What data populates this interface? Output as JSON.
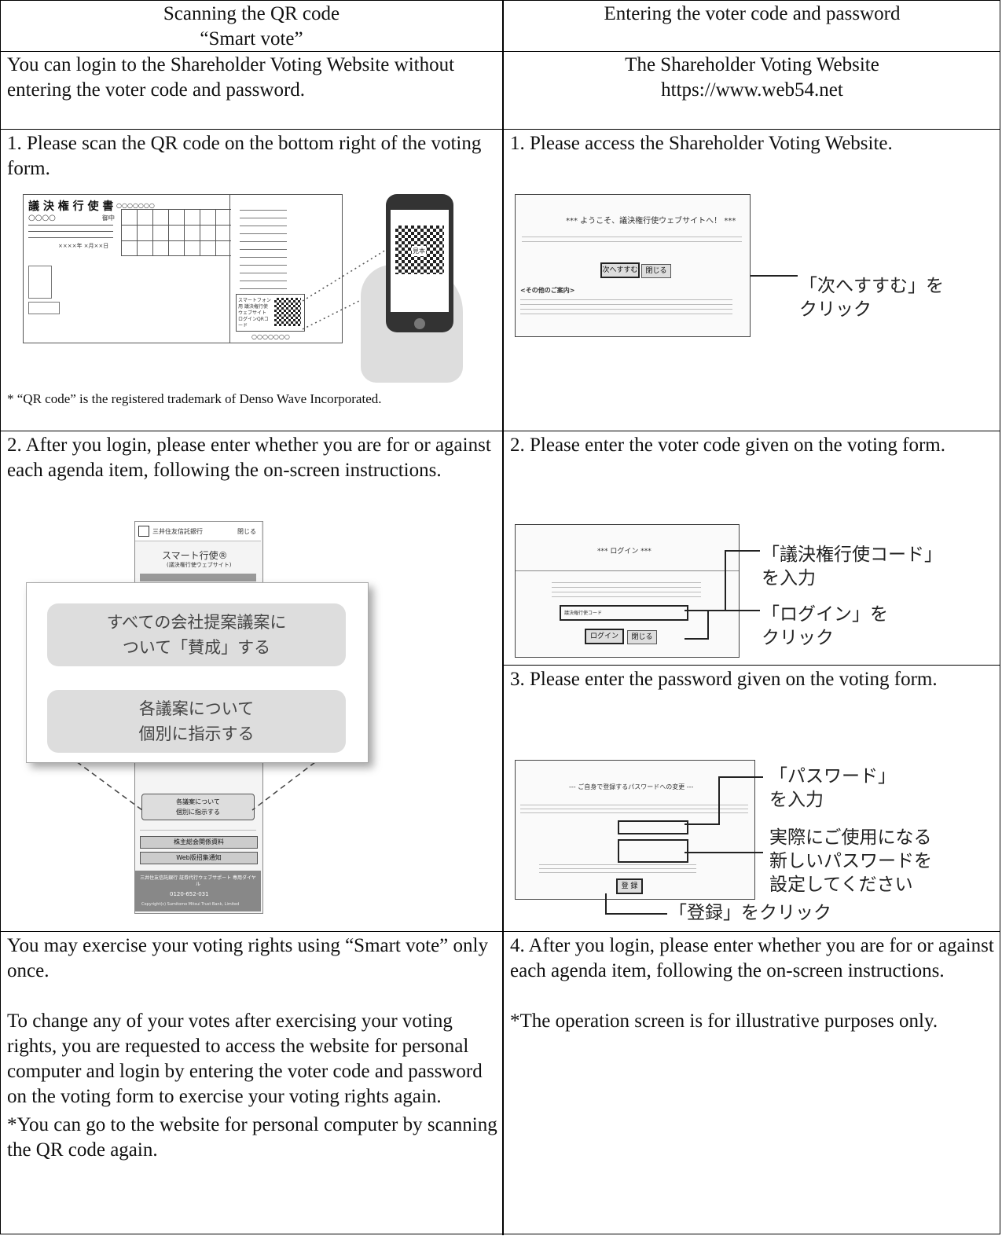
{
  "header": {
    "left_line1": "Scanning the QR code",
    "left_line2": "“Smart vote”",
    "right": "Entering the voter code and password"
  },
  "intro": {
    "left": "You can login to the Shareholder Voting Website without entering the voter code and password.",
    "right_line1": "The Shareholder Voting Website",
    "right_line2": "https://www.web54.net"
  },
  "step1": {
    "left": "1. Please scan the QR code on the bottom right of the voting form.",
    "left_note": "* “QR code” is the registered trademark of Denso Wave Incorporated.",
    "right": "1. Please access the Shareholder Voting Website."
  },
  "form_image": {
    "title": "議 決 権 行 使 書",
    "circles": "○○○○",
    "okuchu": "御中",
    "code": "○○○○○○○",
    "date": "××××年 ×月××日",
    "qr_label": "スマートフォン用 議決権行使 ウェブサイト ログインQRコード",
    "sample": "見本"
  },
  "welcome_screen": {
    "heading": "*** ようこそ、議決権行使ウェブサイトへ！ ***",
    "next_btn": "次へすすむ",
    "close_btn": "閉じる",
    "other": "<その他のご案内>",
    "callout1": "「次へすすむ」を",
    "callout2": "クリック"
  },
  "step2": {
    "left": "2. After you login, please enter whether you are for or against each agenda item, following the on-screen instructions.",
    "right": "2. Please enter the voter code given on the voting form."
  },
  "phone_screen": {
    "bank": "三井住友信託銀行",
    "close": "閉じる",
    "app_title": "スマート行使®",
    "app_sub": "(議決権行使ウェブサイト)",
    "big_btn1_l1": "すべての会社提案議案に",
    "big_btn1_l2": "ついて「賛成」する",
    "big_btn2_l1": "各議案について",
    "big_btn2_l2": "個別に指示する",
    "small_btn2_l1": "各議案について",
    "small_btn2_l2": "個別に指示する",
    "menu1": "株主総会関係資料",
    "menu2": "Web版招集通知",
    "support": "三井住友信託銀行 証券代行ウェブサポート 専用ダイヤル",
    "tel": "0120-652-031",
    "copyright": "Copyright(c) Sumitomo Mitsui Trust Bank, Limited"
  },
  "login_screen": {
    "heading": "*** ログイン ***",
    "field_label": "議決権行使コード",
    "login_btn": "ログイン",
    "close_btn": "閉じる",
    "callout1_l1": "「議決権行使コード」",
    "callout1_l2": "を入力",
    "callout2_l1": "「ログイン」を",
    "callout2_l2": "クリック"
  },
  "step3": {
    "right": "3. Please enter the password given on the voting form."
  },
  "password_screen": {
    "heading": "--- ご自身で登録するパスワードへの変更 ---",
    "register_btn": "登 録",
    "callout1_l1": "「パスワード」",
    "callout1_l2": "を入力",
    "callout2_l1": "実際にご使用になる",
    "callout2_l2": "新しいパスワードを",
    "callout2_l3": "設定してください",
    "callout3": "「登録」をクリック"
  },
  "bottom": {
    "left_p1": "You may exercise your voting rights using “Smart vote” only once.",
    "left_p2": "To change any of your votes after exercising your voting rights, you are requested to access the website for personal computer and login by entering the voter code and password on the voting form to exercise your voting rights again.",
    "left_p3": "*You can go to the website for personal computer by scanning the QR code again.",
    "right_p1": "4. After you login, please enter whether you are for or against each agenda item, following the on-screen instructions.",
    "right_p2": "*The operation screen is for illustrative purposes only."
  }
}
